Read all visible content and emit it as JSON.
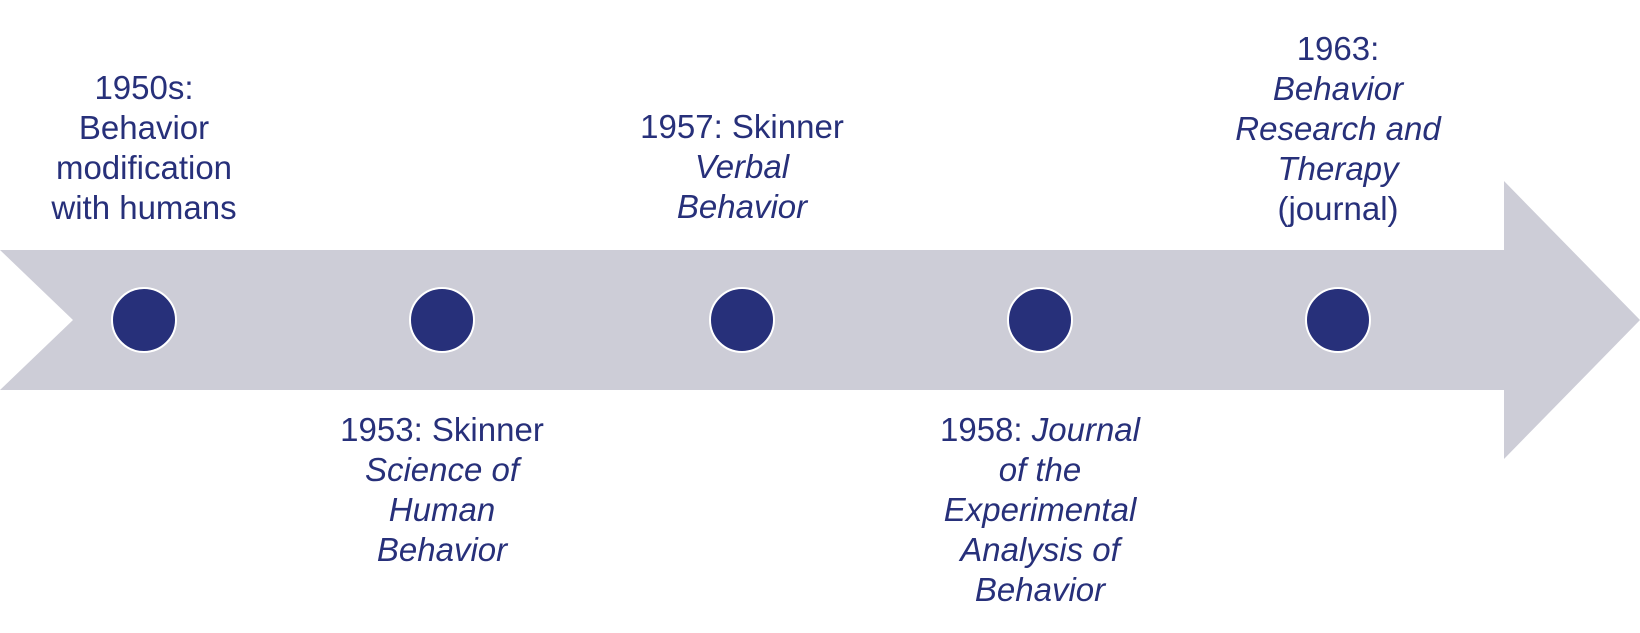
{
  "colors": {
    "arrow": "#cdcdd7",
    "dot": "#27307a",
    "text": "#27307a"
  },
  "events": [
    {
      "lines": [
        {
          "text": "1950s:"
        },
        {
          "text": "Behavior"
        },
        {
          "text": "modification"
        },
        {
          "text": "with humans"
        }
      ]
    },
    {
      "lines": [
        {
          "text": "1953: Skinner"
        },
        {
          "text": "Science of",
          "italic": true
        },
        {
          "text": "Human",
          "italic": true
        },
        {
          "text": "Behavior",
          "italic": true
        }
      ]
    },
    {
      "lines": [
        {
          "text": "1957: Skinner"
        },
        {
          "text": "Verbal",
          "italic": true
        },
        {
          "text": "Behavior",
          "italic": true
        }
      ]
    },
    {
      "lines": [
        {
          "prefix": "1958: ",
          "text": "Journal",
          "italic": true
        },
        {
          "text": "of the",
          "italic": true
        },
        {
          "text": "Experimental",
          "italic": true
        },
        {
          "text": "Analysis of",
          "italic": true
        },
        {
          "text": "Behavior",
          "italic": true
        }
      ]
    },
    {
      "lines": [
        {
          "text": "1963:"
        },
        {
          "text": "Behavior",
          "italic": true
        },
        {
          "text": "Research and",
          "italic": true
        },
        {
          "text": "Therapy",
          "italic": true
        },
        {
          "text": "(journal)"
        }
      ]
    }
  ]
}
